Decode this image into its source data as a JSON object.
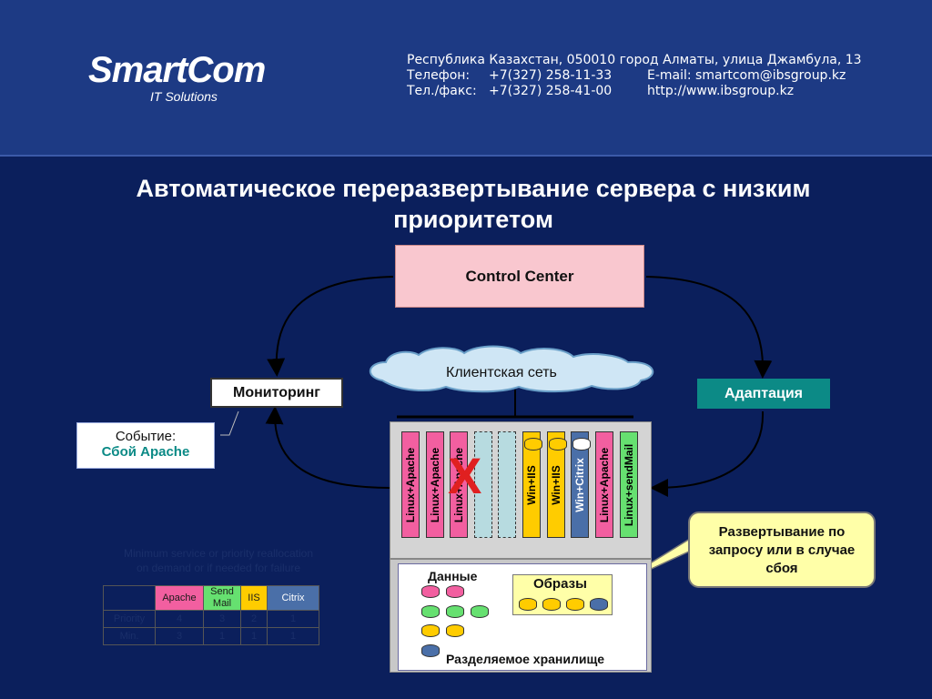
{
  "header": {
    "logo": "SmartCom",
    "logo_sub": "IT Solutions",
    "contact": [
      {
        "a": "Республика Казахстан, 050010 город Алматы, улица Джамбула, 13",
        "b": "",
        "c": ""
      },
      {
        "a": "Телефон:",
        "b": "+7(327) 258-11-33",
        "c": "E-mail: smartcom@ibsgroup.kz"
      },
      {
        "a": "Тел./факс:",
        "b": "+7(327) 258-41-00",
        "c": "http://www.ibsgroup.kz"
      }
    ]
  },
  "title_line1": "Автоматическое переразвертывание сервера с низким",
  "title_line2": "приоритетом",
  "control_center": "Control Center",
  "cloud": "Клиентская сеть",
  "monitoring": "Мониторинг",
  "adaptation": "Адаптация",
  "event": {
    "line1": "Событие:",
    "line2": "Сбой Apache"
  },
  "callout": [
    "Развертывание по",
    "запросу или в случае",
    "сбоя"
  ],
  "servers": [
    {
      "label": "Linux+Apache",
      "color": "#f25fa0"
    },
    {
      "label": "Linux+Apache",
      "color": "#f25fa0"
    },
    {
      "label": "Linux+Apache",
      "color": "#f25fa0"
    },
    {
      "label": "",
      "color": "#b7dbe0"
    },
    {
      "label": "",
      "color": "#b7dbe0"
    },
    {
      "label": "Win+IIS",
      "color": "#ffcc00"
    },
    {
      "label": "Win+IIS",
      "color": "#ffcc00"
    },
    {
      "label": "Win+Citrix",
      "color": "#4a6fa8"
    },
    {
      "label": "Linux+Apache",
      "color": "#f25fa0"
    },
    {
      "label": "Linux+sendMail",
      "color": "#66e070"
    }
  ],
  "failure_mark": "X",
  "storage": {
    "data": "Данные",
    "images": "Образы",
    "shared": "Разделяемое хранилище"
  },
  "min_label": [
    "Minimum service or priority reallocation",
    "on demand or if needed for failure"
  ],
  "table": {
    "headers": [
      "",
      "Apache",
      "Send Mail",
      "IIS",
      "Citrix"
    ],
    "header_colors": [
      "#0b1f5c",
      "#f25fa0",
      "#66e070",
      "#ffcc00",
      "#4a6fa8"
    ],
    "rows": [
      [
        "Priority",
        "4",
        "3",
        "2",
        "1"
      ],
      [
        "Min.",
        "3",
        "1",
        "1",
        "1"
      ]
    ]
  },
  "colors": {
    "pink": "#f25fa0",
    "green": "#66e070",
    "yellow": "#ffcc00",
    "blue": "#4a6fa8",
    "teal": "#0c8a86"
  }
}
